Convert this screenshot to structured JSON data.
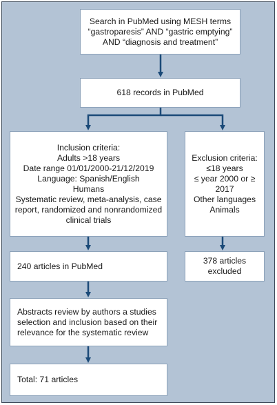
{
  "colors": {
    "panel_bg": "#b3c3d5",
    "panel_border": "#3d4a5a",
    "box_border": "#8aa0b8",
    "arrow": "#1b4a78"
  },
  "boxes": {
    "search": {
      "lines": [
        "Search in PubMed using MESH terms",
        "“gastroparesis” AND “gastric emptying”",
        "AND “diagnosis and treatment”"
      ]
    },
    "records": {
      "lines": [
        "618 records in PubMed"
      ]
    },
    "inclusion": {
      "lines": [
        "Inclusion criteria:",
        "Adults >18 years",
        "Date range 01/01/2000-21/12/2019",
        "Language: Spanish/English",
        "Humans",
        "Systematic review, meta-analysis, case",
        "report, randomized and nonrandomized",
        "clinical trials"
      ]
    },
    "exclusion": {
      "lines": [
        "Exclusion criteria:",
        "≤18 years",
        "≤ year 2000 or ≥",
        "2017",
        "Other languages",
        "Animals"
      ]
    },
    "articles_240": {
      "lines": [
        "240 articles in PubMed"
      ]
    },
    "excluded_378": {
      "lines": [
        "378 articles",
        "excluded"
      ]
    },
    "abstracts": {
      "lines": [
        "Abstracts review by authors a studies",
        "selection and inclusion based on their",
        "relevance for the systematic review"
      ]
    },
    "total": {
      "lines": [
        "Total: 71 articles"
      ]
    }
  }
}
